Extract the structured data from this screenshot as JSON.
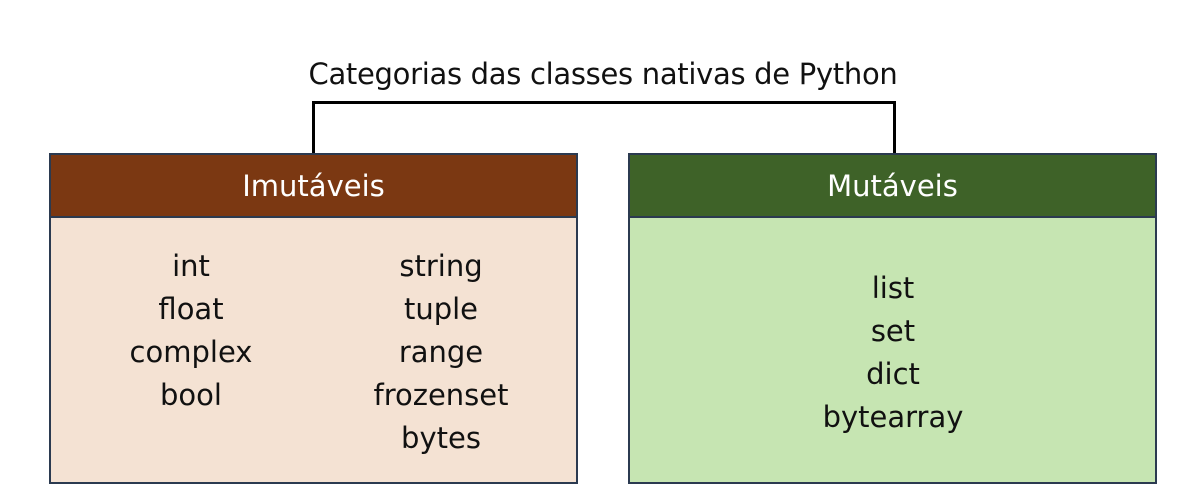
{
  "title": "Categorias das classes nativas de Python",
  "immutable": {
    "header": "Imutáveis",
    "color": "#7b3812",
    "body_color": "#f4e2d3",
    "left_items": [
      "int",
      "float",
      "complex",
      "bool"
    ],
    "right_items": [
      "string",
      "tuple",
      "range",
      "frozenset",
      "bytes"
    ]
  },
  "mutable": {
    "header": "Mutáveis",
    "color": "#3e6228",
    "body_color": "#c6e5b2",
    "items": [
      "list",
      "set",
      "dict",
      "bytearray"
    ]
  }
}
